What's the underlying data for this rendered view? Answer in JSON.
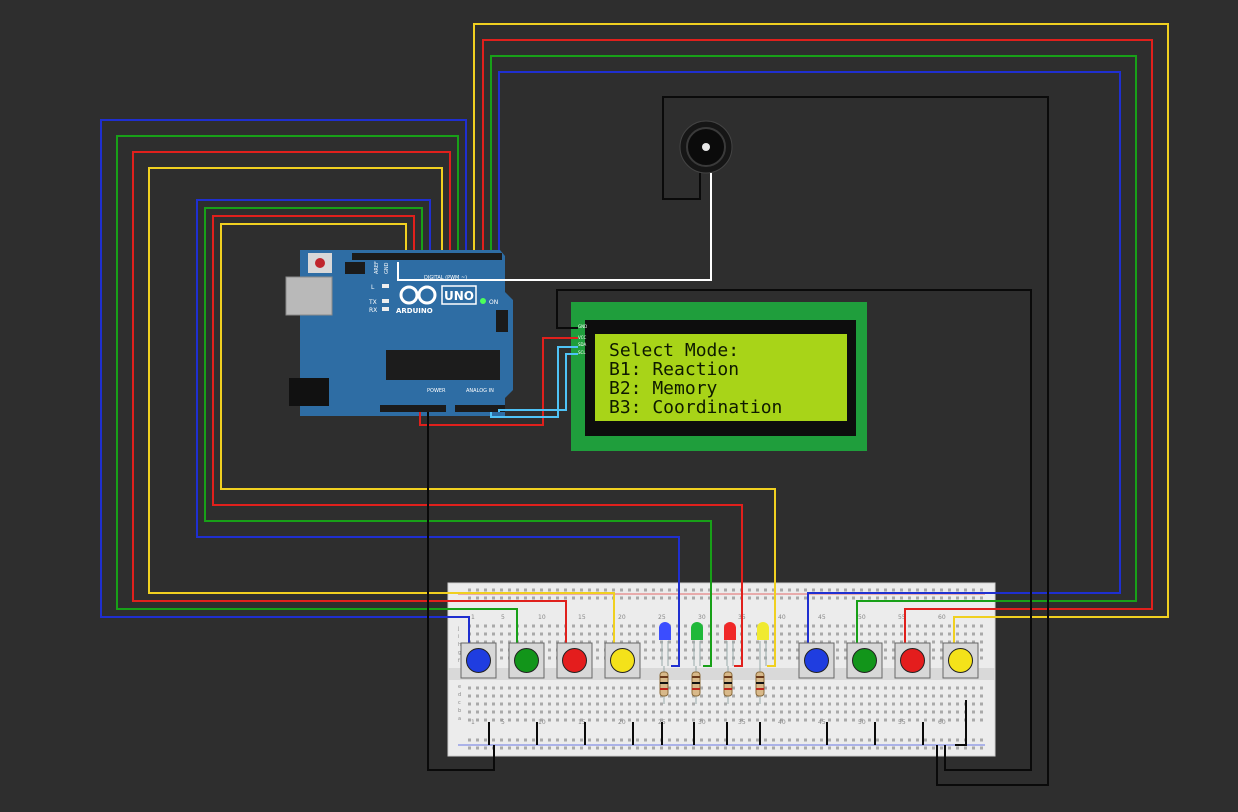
{
  "simulator": {
    "background_color": "#2e2e2e",
    "wire_colors": {
      "blue": "#1f2fd0",
      "green": "#18a018",
      "red": "#e0201c",
      "yellow": "#f0d020",
      "black": "#0a0a0a",
      "white": "#ffffff",
      "cyan": "#4fc3f7"
    }
  },
  "arduino": {
    "brand_text": "ARDUINO",
    "model_text": "UNO",
    "on_label": "ON",
    "tx_label": "TX",
    "rx_label": "RX",
    "l_label": "L",
    "digital_label": "DIGITAL (PWM ~)",
    "power_label": "POWER",
    "analog_label": "ANALOG IN",
    "aref_label": "AREF",
    "gnd_label": "GND",
    "logo_icon": "infinity-logo-icon",
    "board_color": "#2e6da4"
  },
  "lcd": {
    "lines": [
      "Select Mode:",
      "B1: Reaction",
      "B2: Memory",
      "B3: Coordination"
    ],
    "pin_labels": [
      "GND",
      "VCC",
      "SDA",
      "SCL"
    ],
    "screen_color": "#a8d418",
    "pcb_color": "#1f9e3c"
  },
  "buzzer": {
    "icon": "buzzer-icon"
  },
  "breadboard": {
    "top_numbers": [
      "1",
      "5",
      "10",
      "15",
      "20",
      "25",
      "30",
      "35",
      "40",
      "45",
      "50",
      "55",
      "60"
    ],
    "bottom_numbers": [
      "1",
      "5",
      "10",
      "15",
      "20",
      "25",
      "30",
      "35",
      "40",
      "45",
      "50",
      "55",
      "60"
    ],
    "row_letters_top": [
      "j",
      "i",
      "h",
      "g",
      "f"
    ],
    "row_letters_bottom": [
      "e",
      "d",
      "c",
      "b",
      "a"
    ]
  },
  "buttons": [
    {
      "name": "left-blue-button",
      "color": "#1f3de0"
    },
    {
      "name": "left-green-button",
      "color": "#12951a"
    },
    {
      "name": "left-red-button",
      "color": "#e41d1d"
    },
    {
      "name": "left-yellow-button",
      "color": "#f4e21a"
    },
    {
      "name": "right-blue-button",
      "color": "#1f3de0"
    },
    {
      "name": "right-green-button",
      "color": "#12951a"
    },
    {
      "name": "right-red-button",
      "color": "#e41d1d"
    },
    {
      "name": "right-yellow-button",
      "color": "#f4e21a"
    }
  ],
  "leds": [
    {
      "name": "blue-led",
      "color": "#3b4dff"
    },
    {
      "name": "green-led",
      "color": "#1fb83a"
    },
    {
      "name": "red-led",
      "color": "#f02828"
    },
    {
      "name": "yellow-led",
      "color": "#f0ea30"
    }
  ]
}
